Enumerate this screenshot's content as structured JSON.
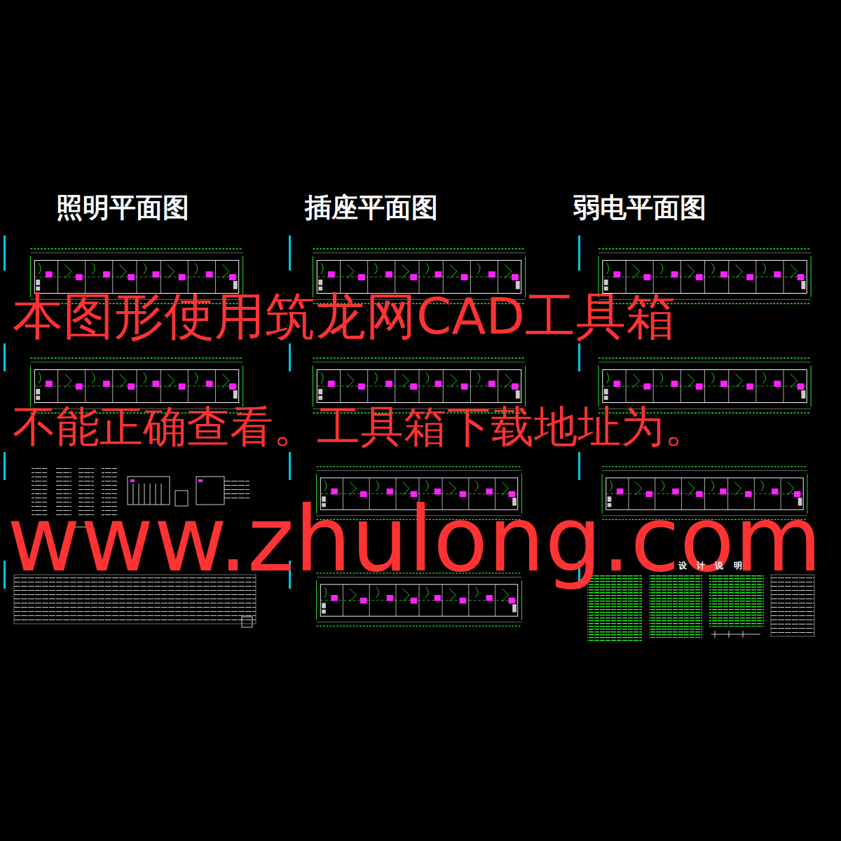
{
  "diagram": {
    "labels": [
      "照明平面图",
      "插座平面图",
      "弱电平面图",
      "本图形使用筑龙网CAD工具箱",
      "不能正确查看。工具箱下载地址为。",
      "www.zhulong.com",
      "设 计 说 明"
    ]
  }
}
